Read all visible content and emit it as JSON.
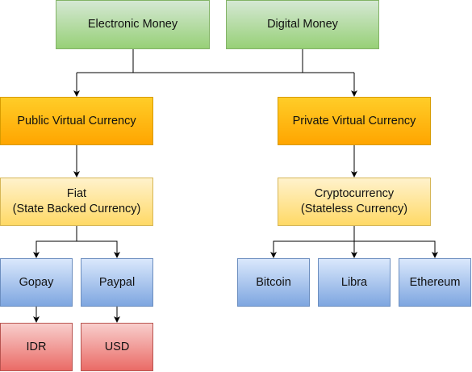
{
  "nodes": {
    "electronic_money": "Electronic Money",
    "digital_money": "Digital Money",
    "public_virtual_currency": "Public Virtual Currency",
    "private_virtual_currency": "Private Virtual Currency",
    "fiat": {
      "line1": "Fiat",
      "line2": "(State Backed Currency)"
    },
    "cryptocurrency": {
      "line1": "Cryptocurrency",
      "line2": "(Stateless Currency)"
    },
    "gopay": "Gopay",
    "paypal": "Paypal",
    "bitcoin": "Bitcoin",
    "libra": "Libra",
    "ethereum": "Ethereum",
    "idr": "IDR",
    "usd": "USD"
  },
  "colors": {
    "green_fill": "#d5e8d4",
    "green_stroke": "#82b366",
    "orange_fill": "#ffcd28",
    "orange_stroke": "#d79b00",
    "yellow_fill": "#fff2cc",
    "yellow_stroke": "#d6b656",
    "blue_fill": "#dae8fc",
    "blue_stroke": "#6c8ebf",
    "red_fill": "#f8cecc",
    "red_stroke": "#b85450",
    "connector": "#000000"
  }
}
